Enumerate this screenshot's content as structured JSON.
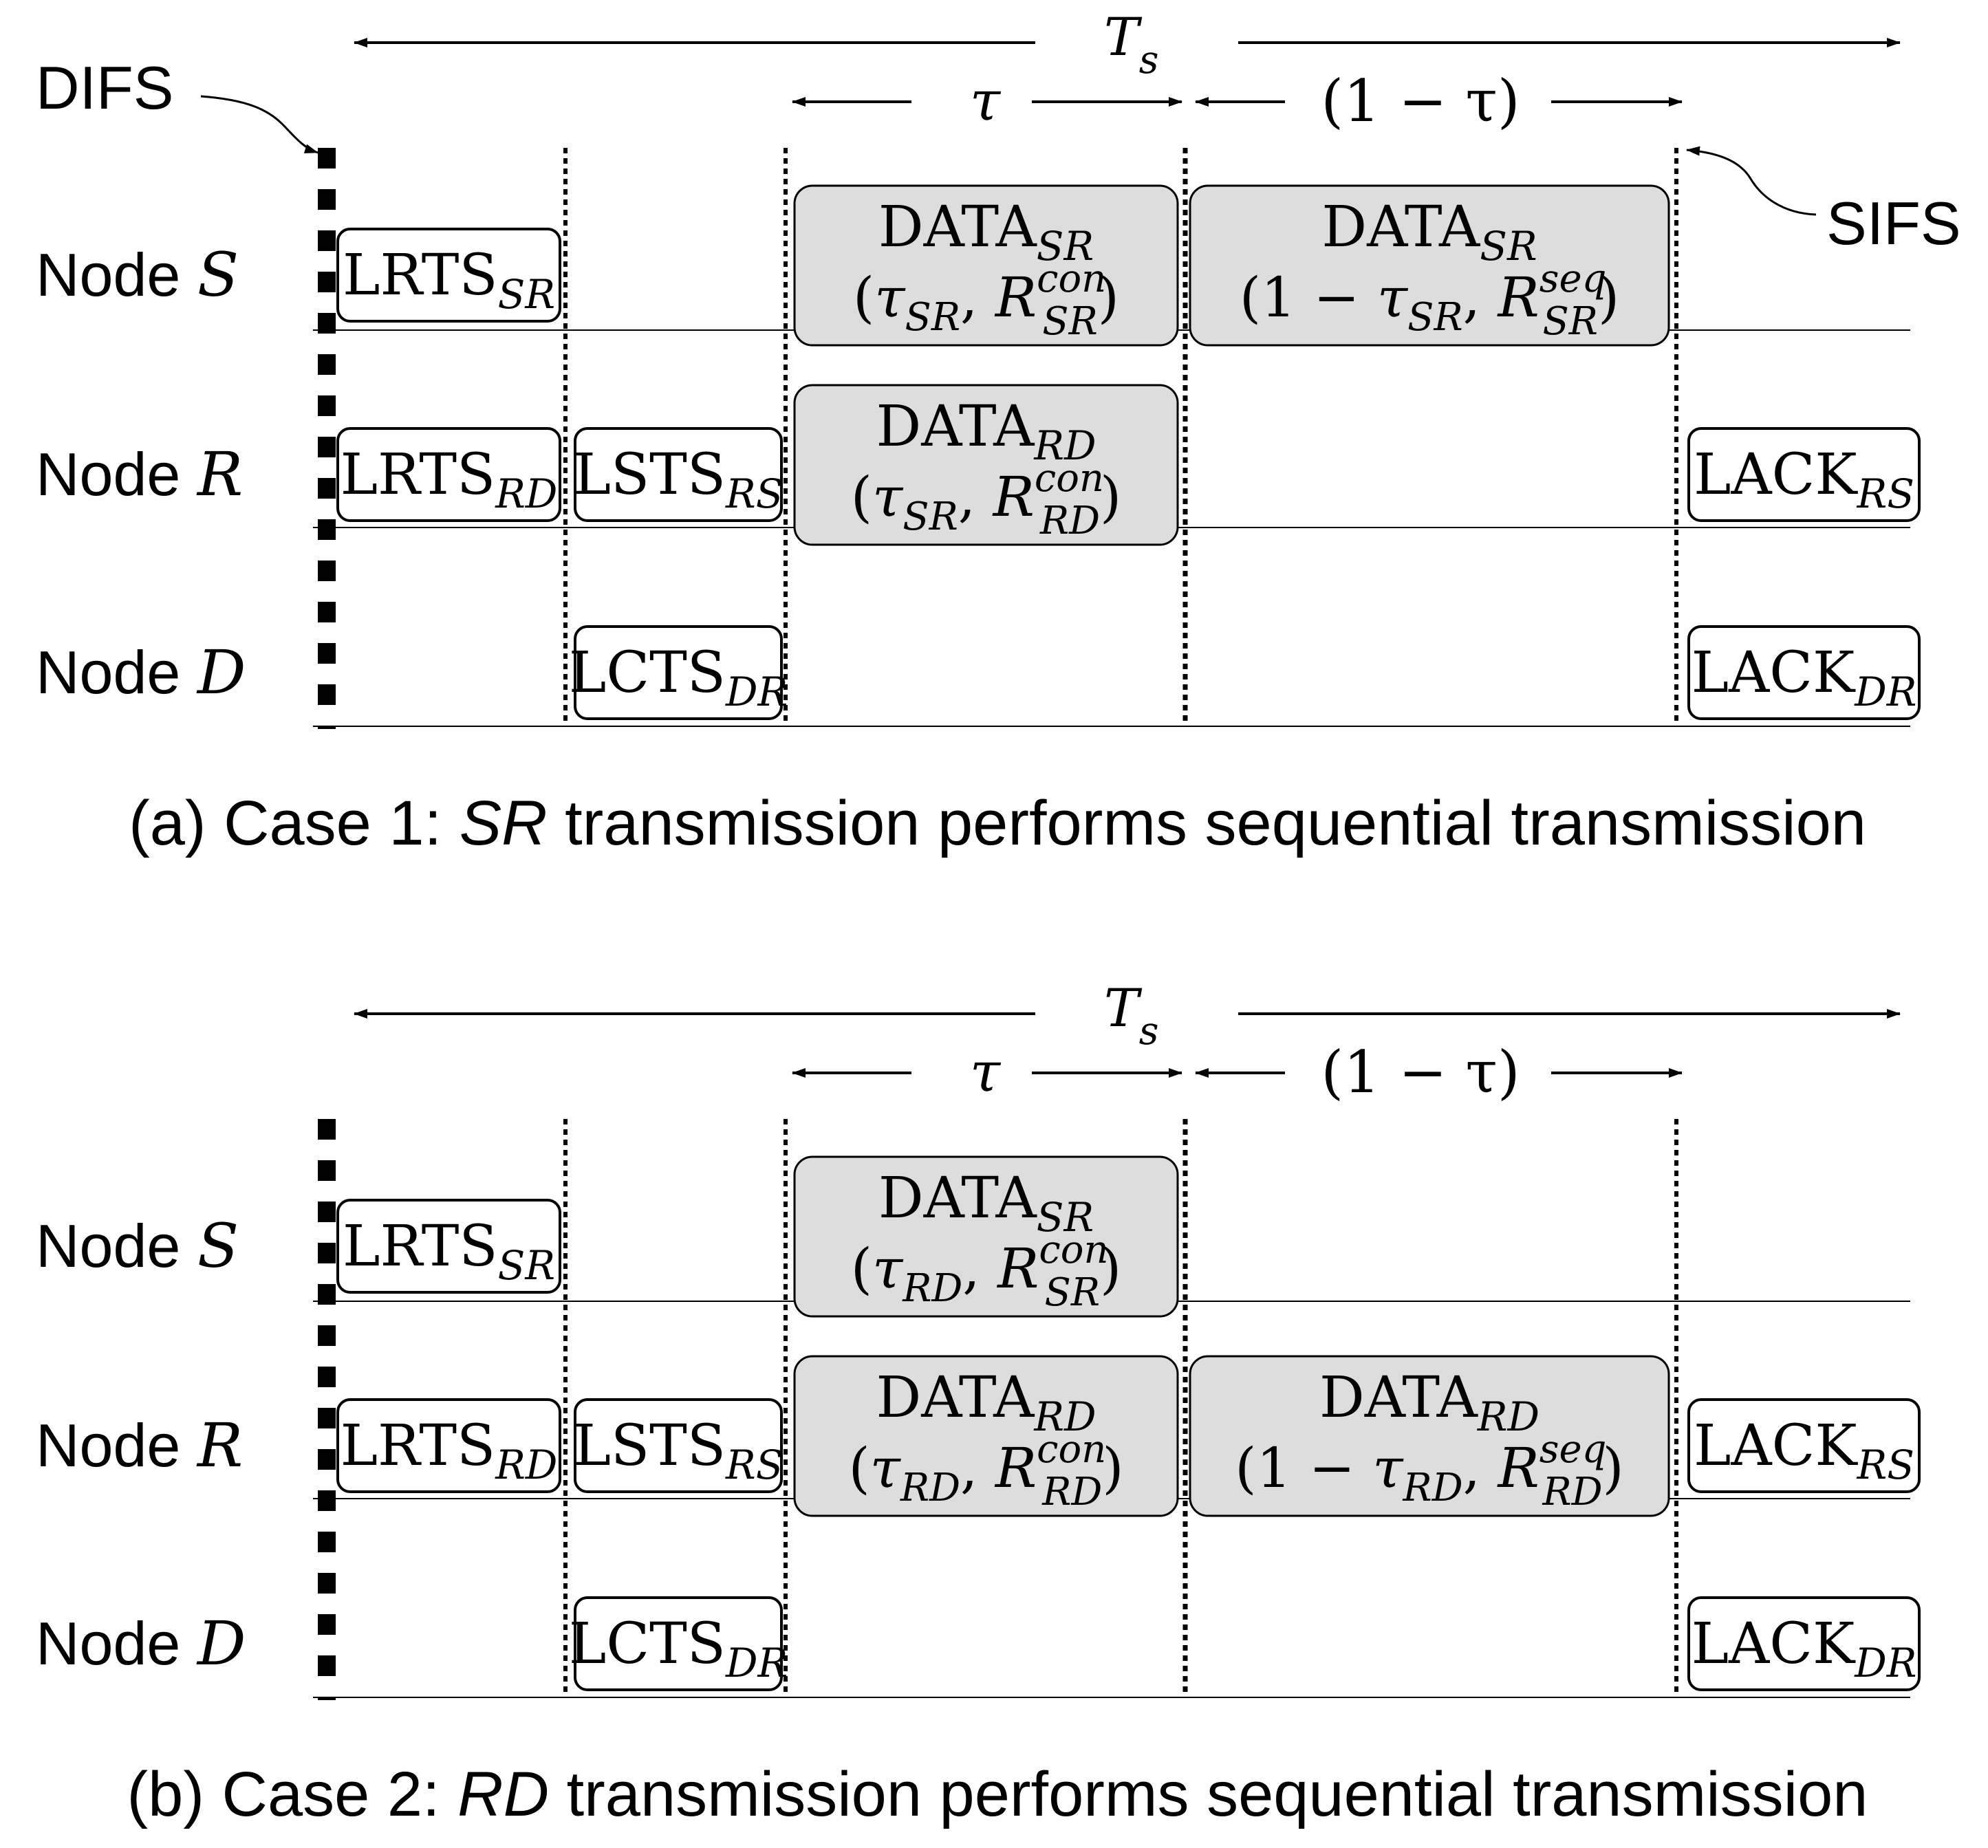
{
  "labels": {
    "difs": "DIFS",
    "sifs": "SIFS",
    "node_prefix": "Node",
    "nodes": [
      "S",
      "R",
      "D"
    ],
    "ts_main": "T",
    "ts_sub": "s",
    "tau": "τ",
    "one_minus_tau": "(1 − τ)"
  },
  "colors": {
    "data_fill": "#dddddd",
    "line": "#000000",
    "text": "#000000"
  },
  "panels": [
    {
      "id": "a",
      "caption": {
        "prefix": "(a) Case 1: ",
        "italic": "SR",
        "suffix": " transmission performs sequential transmission"
      },
      "frames": [
        {
          "node": "S",
          "main": "LRTS",
          "sub": "SR",
          "type": "control"
        },
        {
          "node": "R",
          "main": "LRTS",
          "sub": "RD",
          "type": "control"
        },
        {
          "node": "R",
          "main": "LSTS",
          "sub": "RS",
          "type": "control"
        },
        {
          "node": "D",
          "main": "LCTS",
          "sub": "DR",
          "type": "control"
        },
        {
          "node": "S",
          "main": "DATA",
          "sub": "SR",
          "type": "data",
          "line2": {
            "pre": "(",
            "p1": "τ",
            "p1s": "SR",
            "mid": ", ",
            "rr": "R",
            "rsup": "con",
            "rsub": "SR",
            "post": ")"
          }
        },
        {
          "node": "R",
          "main": "DATA",
          "sub": "RD",
          "type": "data",
          "line2": {
            "pre": "(",
            "p1": "τ",
            "p1s": "SR",
            "mid": ", ",
            "rr": "R",
            "rsup": "con",
            "rsub": "RD",
            "post": ")"
          }
        },
        {
          "node": "S",
          "main": "DATA",
          "sub": "SR",
          "type": "data2",
          "line2": {
            "pre": "(1 − ",
            "p1": "τ",
            "p1s": "SR",
            "mid": ", ",
            "rr": "R",
            "rsup": "seq",
            "rsub": "SR",
            "post": ")"
          }
        },
        {
          "node": "R",
          "main": "LACK",
          "sub": "RS",
          "type": "control"
        },
        {
          "node": "D",
          "main": "LACK",
          "sub": "DR",
          "type": "control"
        }
      ]
    },
    {
      "id": "b",
      "caption": {
        "prefix": "(b) Case 2: ",
        "italic": "RD",
        "suffix": " transmission performs sequential transmission"
      },
      "frames": [
        {
          "node": "S",
          "main": "LRTS",
          "sub": "SR",
          "type": "control"
        },
        {
          "node": "R",
          "main": "LRTS",
          "sub": "RD",
          "type": "control"
        },
        {
          "node": "R",
          "main": "LSTS",
          "sub": "RS",
          "type": "control"
        },
        {
          "node": "D",
          "main": "LCTS",
          "sub": "DR",
          "type": "control"
        },
        {
          "node": "S",
          "main": "DATA",
          "sub": "SR",
          "type": "data",
          "line2": {
            "pre": "(",
            "p1": "τ",
            "p1s": "RD",
            "mid": ", ",
            "rr": "R",
            "rsup": "con",
            "rsub": "SR",
            "post": ")"
          }
        },
        {
          "node": "R",
          "main": "DATA",
          "sub": "RD",
          "type": "data",
          "line2": {
            "pre": "(",
            "p1": "τ",
            "p1s": "RD",
            "mid": ", ",
            "rr": "R",
            "rsup": "con",
            "rsub": "RD",
            "post": ")"
          }
        },
        {
          "node": "R",
          "main": "DATA",
          "sub": "RD",
          "type": "data2",
          "line2": {
            "pre": "(1 − ",
            "p1": "τ",
            "p1s": "RD",
            "mid": ", ",
            "rr": "R",
            "rsup": "seq",
            "rsub": "RD",
            "post": ")"
          }
        },
        {
          "node": "R",
          "main": "LACK",
          "sub": "RS",
          "type": "control"
        },
        {
          "node": "D",
          "main": "LACK",
          "sub": "DR",
          "type": "control"
        }
      ]
    }
  ]
}
